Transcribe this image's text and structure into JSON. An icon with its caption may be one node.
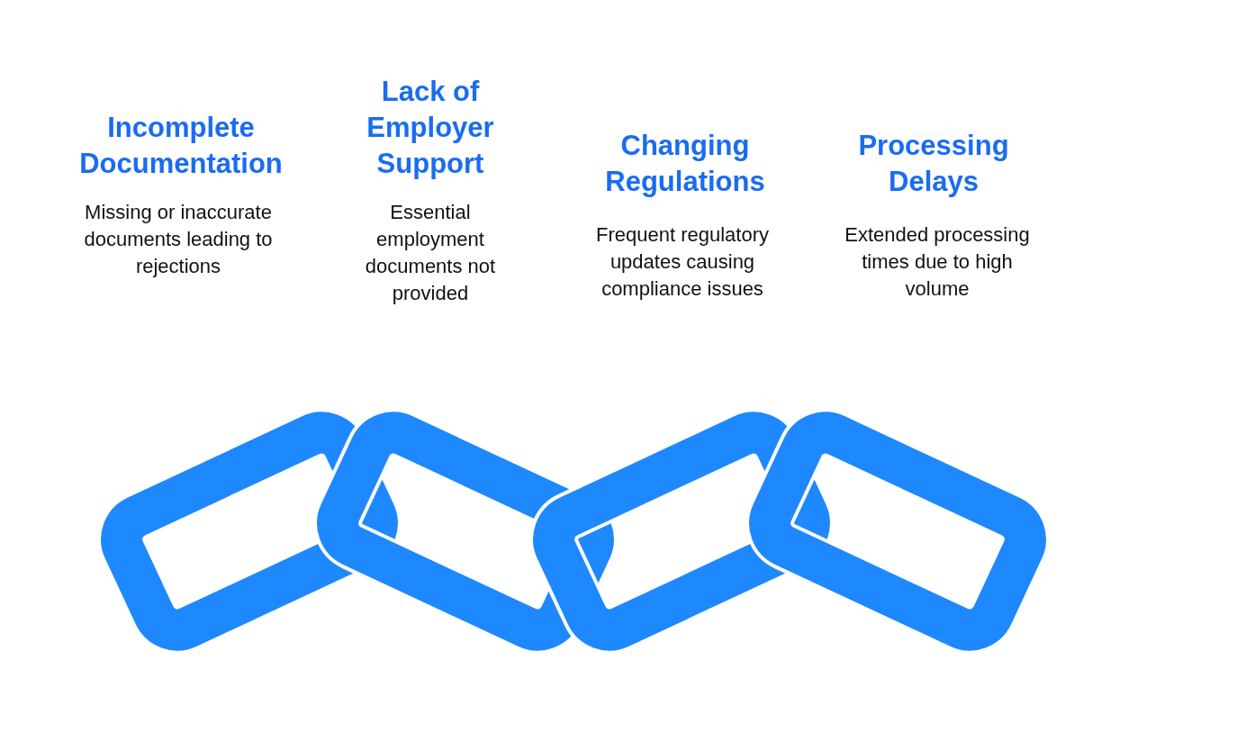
{
  "diagram": {
    "labels": [
      "Incomplete Documentation",
      "Missing or inaccurate documents leading to rejections",
      "Lack of Employer Support",
      "Essential employment documents not provided",
      "Changing Regulations",
      "Frequent regulatory updates causing compliance issues",
      "Processing Delays",
      "Extended processing times due to high volume"
    ]
  }
}
